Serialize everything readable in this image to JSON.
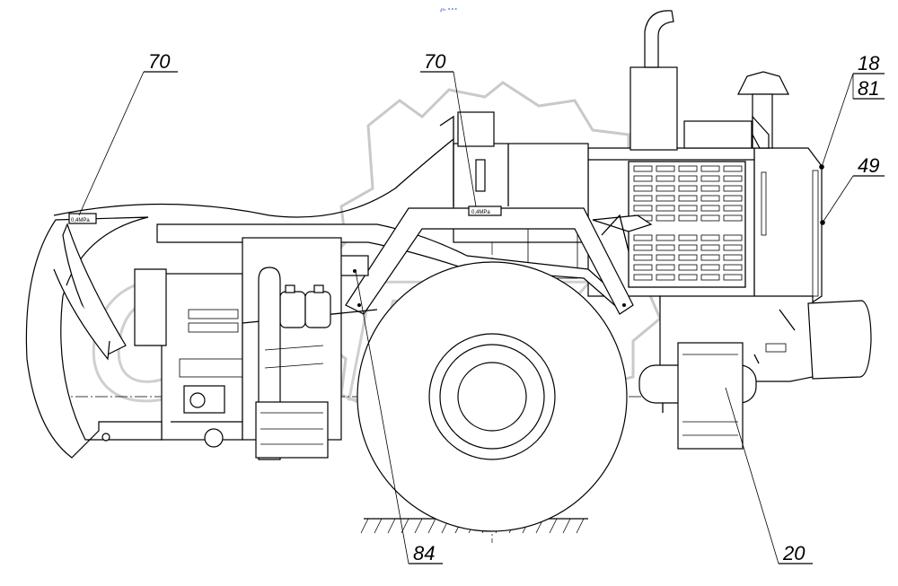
{
  "watermark": {
    "text": "OPEX"
  },
  "top_mark": "℘ₙ ∘∘∘",
  "plates": [
    {
      "id": "plate-left",
      "text": "0,4MPa"
    },
    {
      "id": "plate-center",
      "text": "0,4MPa"
    }
  ],
  "callouts": [
    {
      "id": "callout-70-left",
      "label": "70"
    },
    {
      "id": "callout-70-center",
      "label": "70"
    },
    {
      "id": "callout-18",
      "label": "18"
    },
    {
      "id": "callout-81",
      "label": "81"
    },
    {
      "id": "callout-49",
      "label": "49"
    },
    {
      "id": "callout-84",
      "label": "84"
    },
    {
      "id": "callout-20",
      "label": "20"
    }
  ]
}
